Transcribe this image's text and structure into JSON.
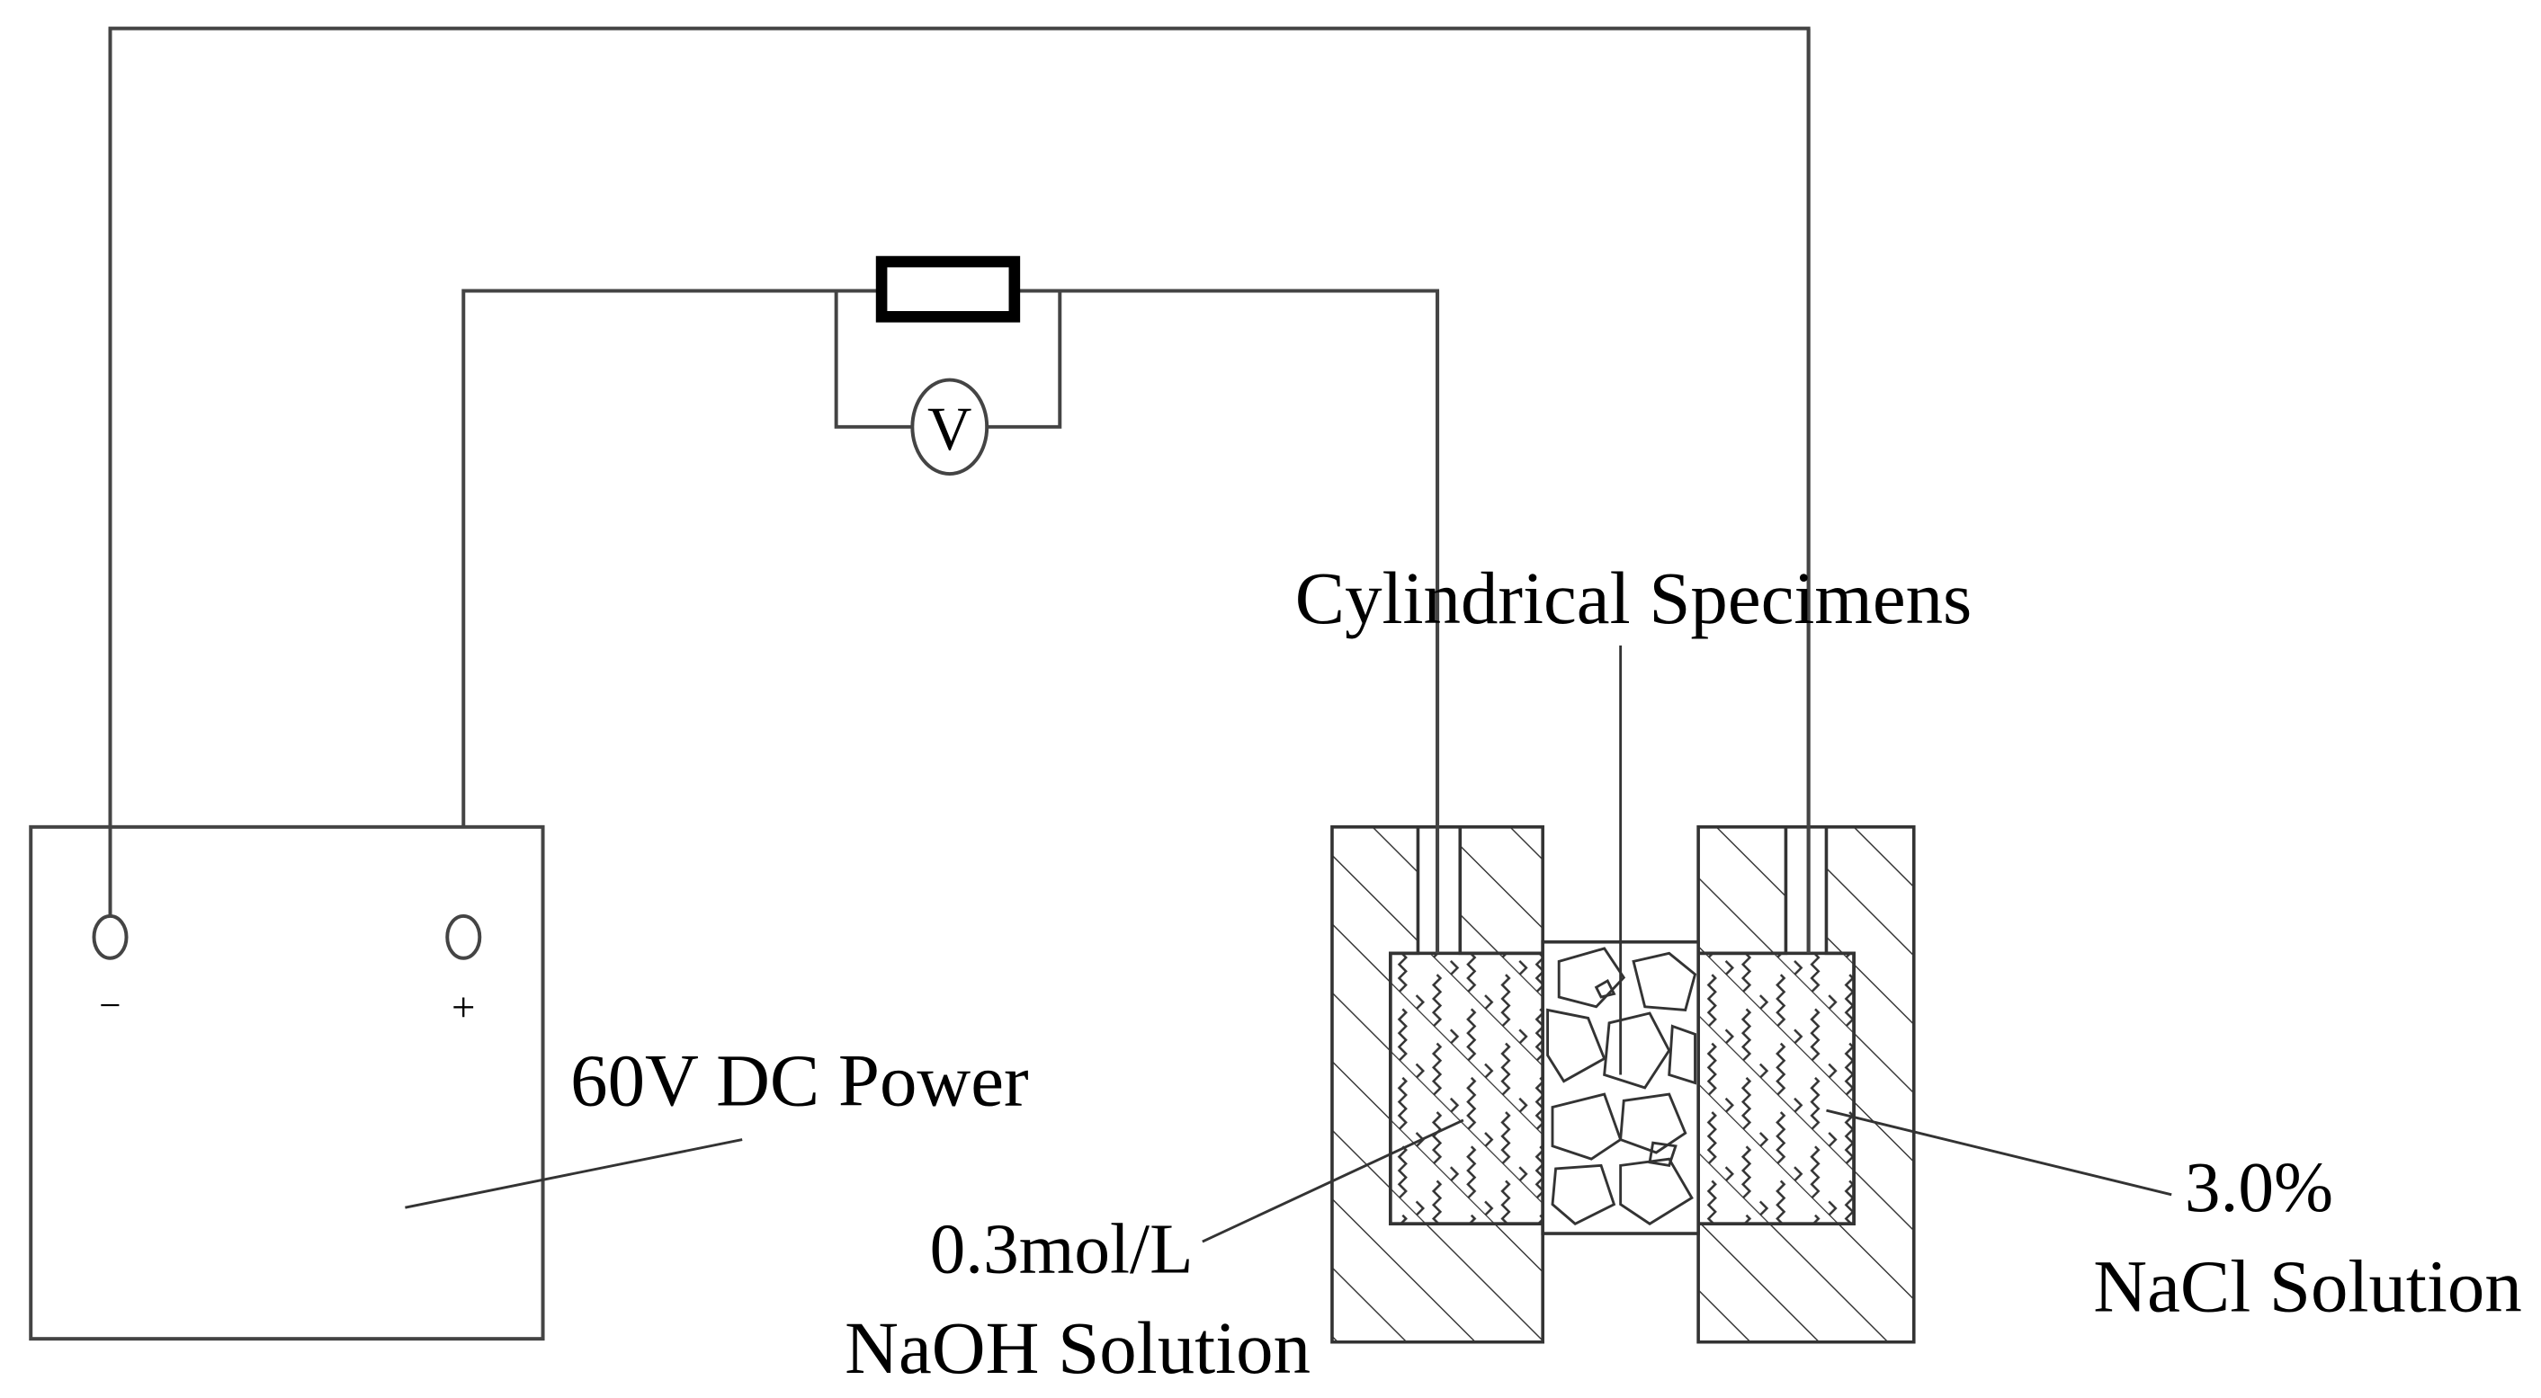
{
  "diagram": {
    "power_supply": {
      "label": "60V DC Power",
      "negative_sign": "−",
      "positive_sign": "+"
    },
    "voltmeter": {
      "symbol": "V"
    },
    "specimen": {
      "label": "Cylindrical Specimens"
    },
    "naoh": {
      "line1": "0.3mol/L",
      "line2": "NaOH Solution"
    },
    "nacl": {
      "line1": "3.0%",
      "line2": "NaCl  Solution"
    }
  }
}
